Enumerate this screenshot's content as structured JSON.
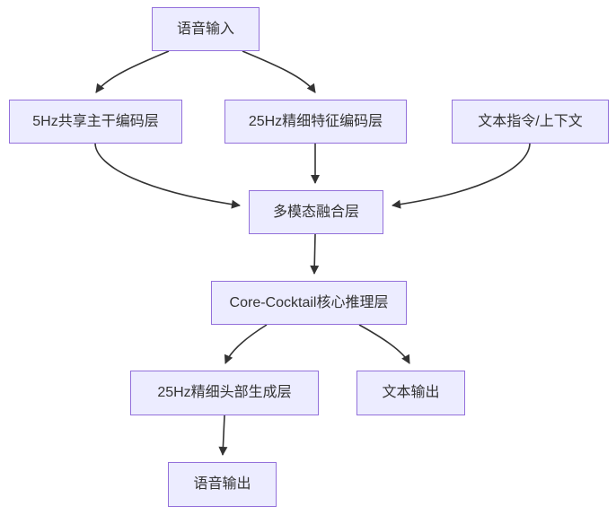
{
  "diagram": {
    "type": "flowchart",
    "direction": "top-down",
    "nodes": [
      {
        "id": "voice_input",
        "label": "语音输入"
      },
      {
        "id": "enc_5hz",
        "label": "5Hz共享主干编码层"
      },
      {
        "id": "enc_25hz",
        "label": "25Hz精细特征编码层"
      },
      {
        "id": "text_ctx",
        "label": "文本指令/上下文"
      },
      {
        "id": "fusion",
        "label": "多模态融合层"
      },
      {
        "id": "core",
        "label": "Core-Cocktail核心推理层"
      },
      {
        "id": "gen_25hz",
        "label": "25Hz精细头部生成层"
      },
      {
        "id": "text_out",
        "label": "文本输出"
      },
      {
        "id": "voice_out",
        "label": "语音输出"
      }
    ],
    "edges": [
      {
        "from": "语音输入",
        "to": "5Hz共享主干编码层"
      },
      {
        "from": "语音输入",
        "to": "25Hz精细特征编码层"
      },
      {
        "from": "5Hz共享主干编码层",
        "to": "多模态融合层"
      },
      {
        "from": "25Hz精细特征编码层",
        "to": "多模态融合层"
      },
      {
        "from": "文本指令/上下文",
        "to": "多模态融合层"
      },
      {
        "from": "多模态融合层",
        "to": "Core-Cocktail核心推理层"
      },
      {
        "from": "Core-Cocktail核心推理层",
        "to": "25Hz精细头部生成层"
      },
      {
        "from": "Core-Cocktail核心推理层",
        "to": "文本输出"
      },
      {
        "from": "25Hz精细头部生成层",
        "to": "语音输出"
      }
    ],
    "colors": {
      "node_fill": "#ECECFF",
      "node_border": "#9370DB",
      "edge": "#333333",
      "text": "#333333",
      "background": "#FFFFFF"
    }
  }
}
